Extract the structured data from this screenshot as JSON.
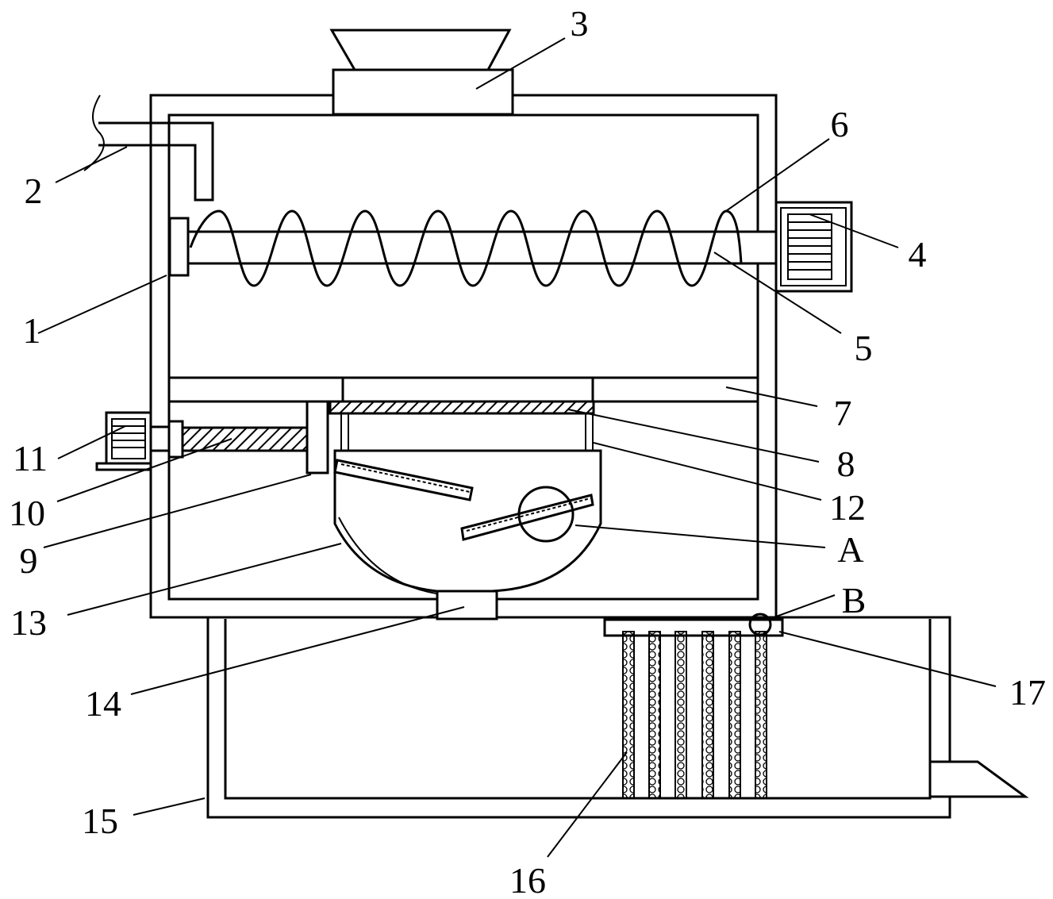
{
  "figure": {
    "labels": {
      "l1": "1",
      "l2": "2",
      "l3": "3",
      "l4": "4",
      "l5": "5",
      "l6": "6",
      "l7": "7",
      "l8": "8",
      "l9": "9",
      "l10": "10",
      "l11": "11",
      "l12": "12",
      "lA": "A",
      "lB": "B",
      "l13": "13",
      "l14": "14",
      "l15": "15",
      "l16": "16",
      "l17": "17"
    },
    "colors": {
      "line": "#000000",
      "background": "#ffffff"
    }
  }
}
